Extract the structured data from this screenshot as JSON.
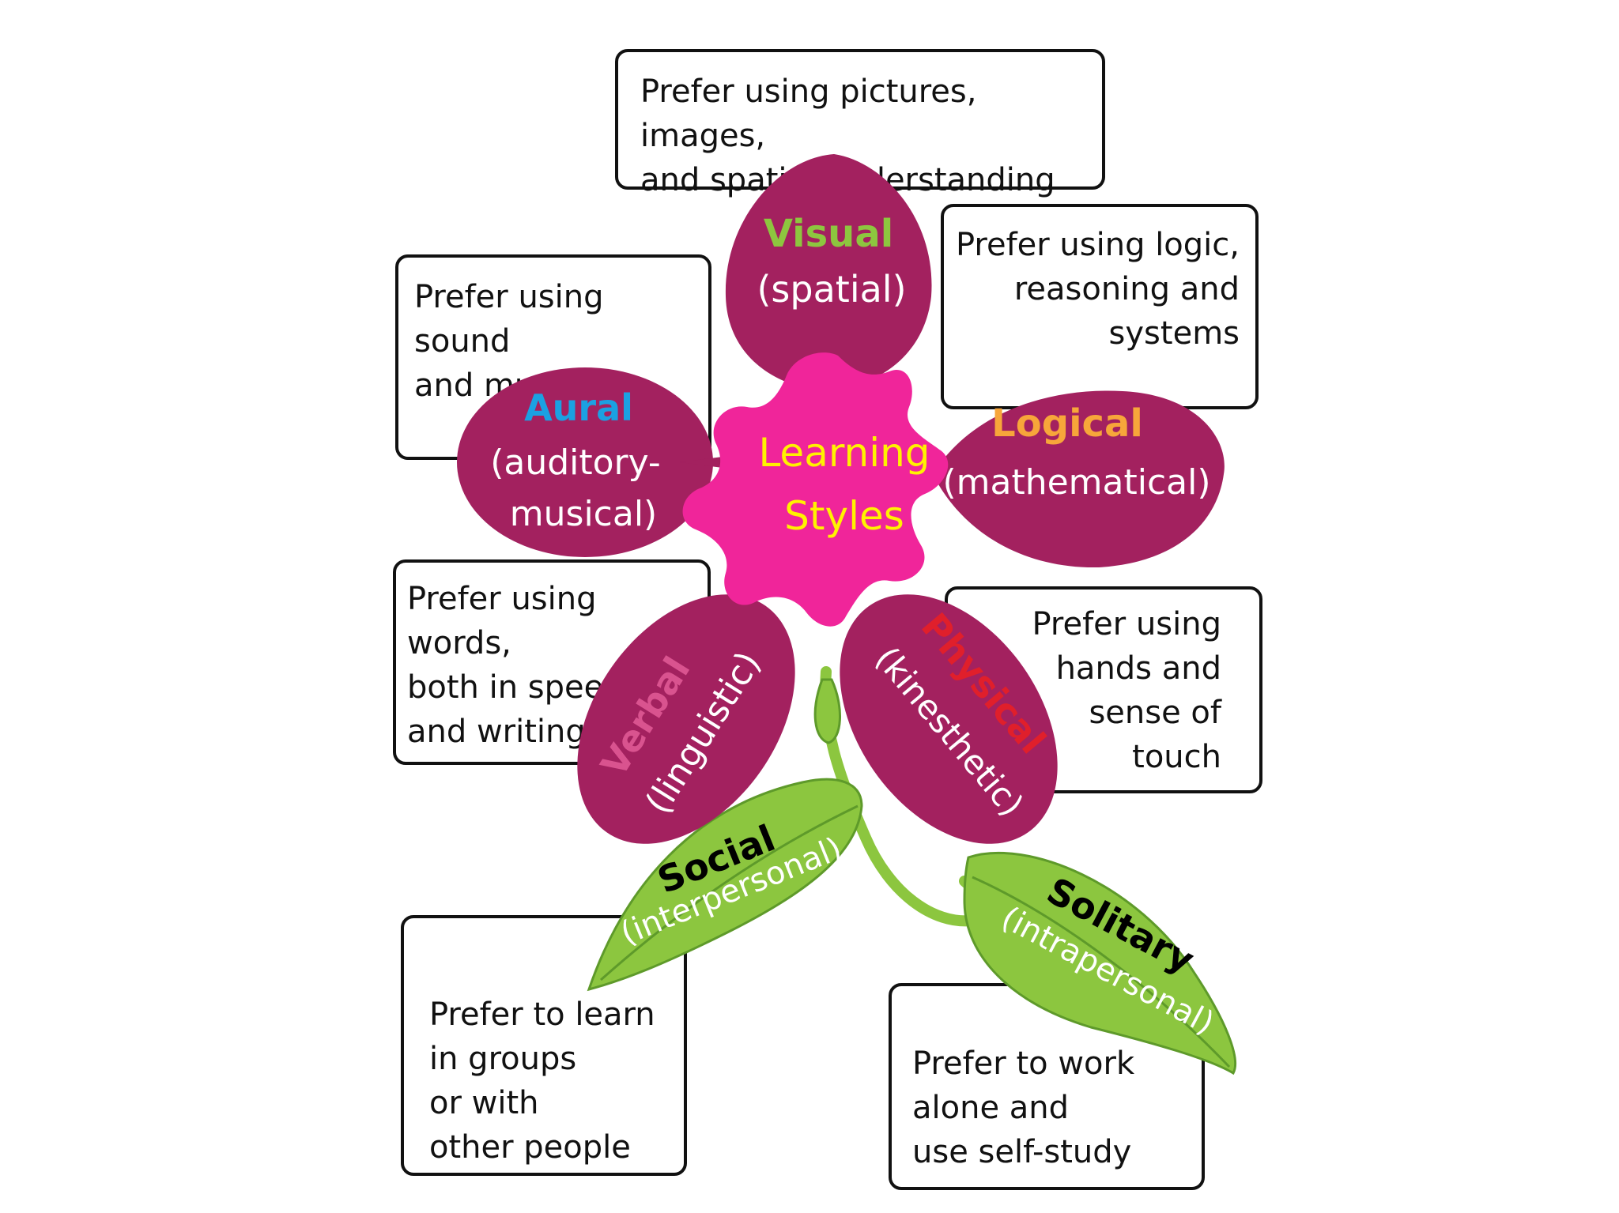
{
  "colors": {
    "petal": "#A3215F",
    "center": "#F0259A",
    "stem": "#8CC63F",
    "stem_dark": "#5E9A2A",
    "visual_label": "#8DC63F",
    "aural_label": "#1BA1E2",
    "logical_label": "#F7A63A",
    "verbal_label": "#D9538F",
    "physical_label": "#E01F2B",
    "center_label": "#FFF200",
    "leaf_label": "#000000",
    "subtitle": "#FFFFFF"
  },
  "center": {
    "line1": "Learning",
    "line2": "Styles"
  },
  "petals": {
    "visual": {
      "title": "Visual",
      "subtitle": "(spatial)"
    },
    "aural": {
      "title": "Aural",
      "subtitle1": "(auditory-",
      "subtitle2": "musical)"
    },
    "logical": {
      "title": "Logical",
      "subtitle": "(mathematical)"
    },
    "verbal": {
      "title": "Verbal",
      "subtitle": "(linguistic)"
    },
    "physical": {
      "title": "Physical",
      "subtitle": "(kinesthetic)"
    }
  },
  "leaves": {
    "social": {
      "title": "Social",
      "subtitle": "(interpersonal)"
    },
    "solitary": {
      "title": "Solitary",
      "subtitle": "(intrapersonal)"
    }
  },
  "boxes": {
    "visual": "Prefer using pictures, images,\nand spatial understanding",
    "logical": "Prefer using logic,\nreasoning and\nsystems",
    "aural": "Prefer using sound\n and music",
    "verbal": "Prefer using words,\nboth in speech\nand writing",
    "physical": "Prefer using\nhands and\nsense of\ntouch",
    "social": "Prefer to learn\nin groups\nor with\nother people",
    "solitary": "Prefer to work\nalone and\nuse self-study"
  }
}
